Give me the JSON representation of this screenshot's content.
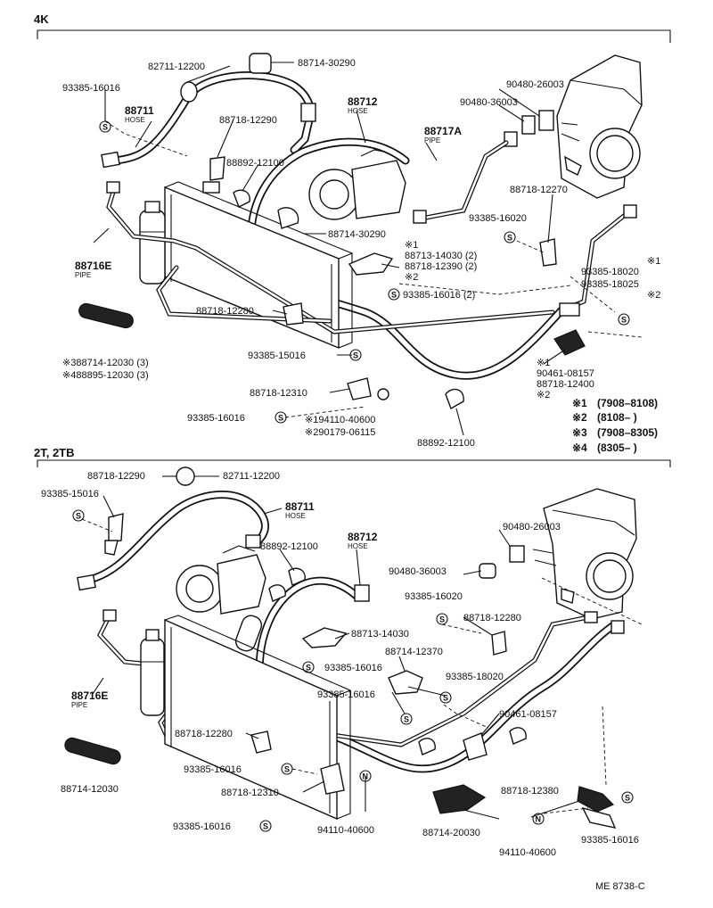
{
  "top_section": {
    "title": "4K",
    "labels": {
      "l01": "82711-12200",
      "l02": "88714-30290",
      "l03": "93385-16016",
      "l04": "88711",
      "l04s": "HOSE",
      "l05": "88718-12290",
      "l06": "88712",
      "l06s": "HOSE",
      "l07": "90480-26003",
      "l08": "90480-36003",
      "l09": "88717A",
      "l09s": "PIPE",
      "l10": "88892-12100",
      "l11": "88718-12270",
      "l12": "88714-30290",
      "l13": "93385-16020",
      "l14": "※1",
      "l15": "88713-14030 (2)",
      "l16": "88718-12390 (2)",
      "l17": "※2",
      "l18": "※1",
      "l19": "93385-18020",
      "l20": "93385-18025",
      "l21": "※2",
      "l22": "93385-16016 (2)",
      "l23": "88716E",
      "l23s": "PIPE",
      "l24": "88718-12280",
      "l25": "※388714-12030 (3)",
      "l26": "※488895-12030 (3)",
      "l27": "93385-15016",
      "l28": "※1",
      "l29": "90461-08157",
      "l30": "88718-12400",
      "l31": "※2",
      "l32": "88718-12310",
      "l33": "93385-16016",
      "l34": "※194110-40600",
      "l35": "※290179-06115",
      "l36": "88892-12100"
    },
    "legend": [
      {
        "mark": "※1",
        "range": "(7908–8108)"
      },
      {
        "mark": "※2",
        "range": "(8108–      )"
      },
      {
        "mark": "※3",
        "range": "(7908–8305)"
      },
      {
        "mark": "※4",
        "range": "(8305–      )"
      }
    ]
  },
  "bottom_section": {
    "title": "2T, 2TB",
    "labels": {
      "b01": "88718-12290",
      "b02": "82711-12200",
      "b03": "93385-15016",
      "b04": "88711",
      "b04s": "HOSE",
      "b05": "90480-26003",
      "b06": "88892-12100",
      "b07": "88712",
      "b07s": "HOSE",
      "b08": "90480-36003",
      "b09": "93385-16020",
      "b10": "88718-12280",
      "b11": "88716E",
      "b11s": "PIPE",
      "b12": "88713-14030",
      "b13": "88714-12370",
      "b14": "93385-16016",
      "b15": "93385-18020",
      "b16": "93385-16016",
      "b17": "90461-08157",
      "b18": "88718-12280",
      "b19": "88714-12030",
      "b20": "93385-16016",
      "b21": "88718-12310",
      "b22": "88718-12380",
      "b23": "93385-16016",
      "b24": "94110-40600",
      "b25": "88714-20030",
      "b26": "94110-40600",
      "b27": "93385-16016"
    },
    "ref_code": "ME 8738-C"
  },
  "symbols": {
    "s_mark": "S",
    "n_mark": "N"
  }
}
